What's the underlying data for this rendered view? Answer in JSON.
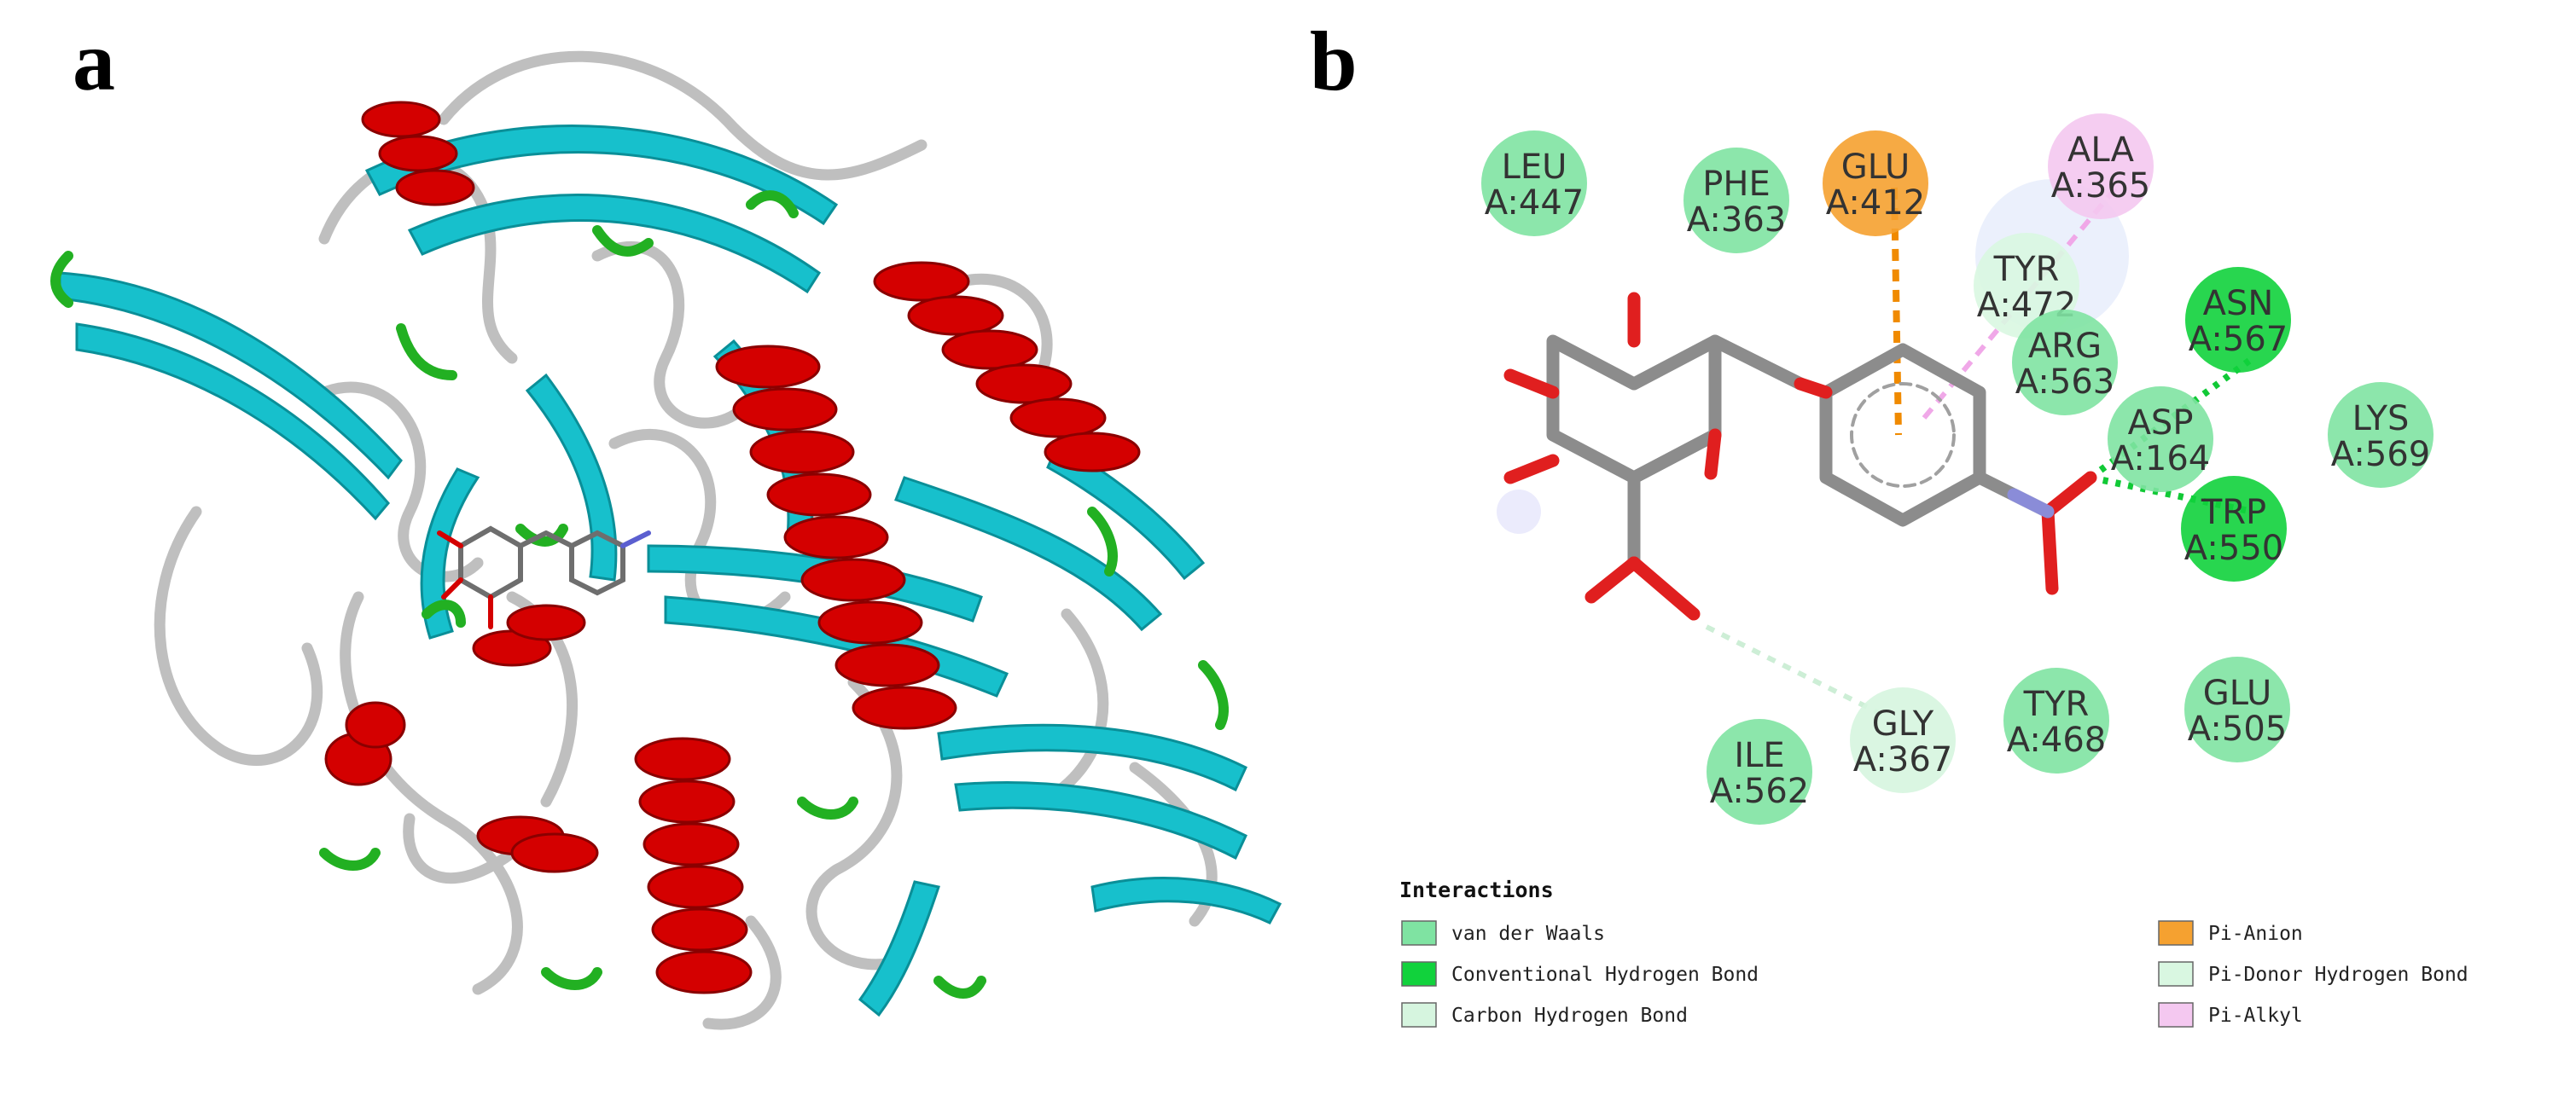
{
  "panels": {
    "a": "a",
    "b": "b"
  },
  "colors": {
    "helix": "#d40000",
    "sheet": "#17c0cc",
    "turn": "#22b022",
    "coil": "#bfbfbf",
    "ligand_carbon": "#8c8c8c",
    "oxygen": "#e01f1f",
    "nitrogen": "#8a8cd8"
  },
  "residues": [
    {
      "id": "leu447",
      "name": "LEU",
      "label": "A:447",
      "type": "vdw"
    },
    {
      "id": "phe363",
      "name": "PHE",
      "label": "A:363",
      "type": "vdw"
    },
    {
      "id": "glu412",
      "name": "GLU",
      "label": "A:412",
      "type": "pi_anion"
    },
    {
      "id": "ala365",
      "name": "ALA",
      "label": "A:365",
      "type": "pi_alkyl"
    },
    {
      "id": "tyr472",
      "name": "TYR",
      "label": "A:472",
      "type": "pi_donor"
    },
    {
      "id": "arg563",
      "name": "ARG",
      "label": "A:563",
      "type": "vdw"
    },
    {
      "id": "asn567",
      "name": "ASN",
      "label": "A:567",
      "type": "conv_hbond"
    },
    {
      "id": "asp164",
      "name": "ASP",
      "label": "A:164",
      "type": "vdw"
    },
    {
      "id": "lys569",
      "name": "LYS",
      "label": "A:569",
      "type": "vdw"
    },
    {
      "id": "trp550",
      "name": "TRP",
      "label": "A:550",
      "type": "conv_hbond"
    },
    {
      "id": "ile562",
      "name": "ILE",
      "label": "A:562",
      "type": "vdw"
    },
    {
      "id": "gly367",
      "name": "GLY",
      "label": "A:367",
      "type": "carbon_hbond"
    },
    {
      "id": "tyr468",
      "name": "TYR",
      "label": "A:468",
      "type": "vdw"
    },
    {
      "id": "glu505",
      "name": "GLU",
      "label": "A:505",
      "type": "vdw"
    }
  ],
  "interaction_types": {
    "vdw": {
      "color": "#7fe3a2"
    },
    "conv_hbond": {
      "color": "#11d23c"
    },
    "carbon_hbond": {
      "color": "#d6f5df"
    },
    "pi_anion": {
      "color": "#f5a130"
    },
    "pi_donor": {
      "color": "#d9f7e1"
    },
    "pi_alkyl": {
      "color": "#f4c8f0"
    }
  },
  "legend": {
    "title": "Interactions",
    "items": [
      {
        "label": "van der Waals",
        "color": "#7fe3a2"
      },
      {
        "label": "Conventional Hydrogen Bond",
        "color": "#11d23c"
      },
      {
        "label": "Carbon Hydrogen Bond",
        "color": "#d6f5df"
      },
      {
        "label": "Pi-Anion",
        "color": "#f5a130"
      },
      {
        "label": "Pi-Donor Hydrogen Bond",
        "color": "#d9f7e1"
      },
      {
        "label": "Pi-Alkyl",
        "color": "#f4c8f0"
      }
    ]
  }
}
